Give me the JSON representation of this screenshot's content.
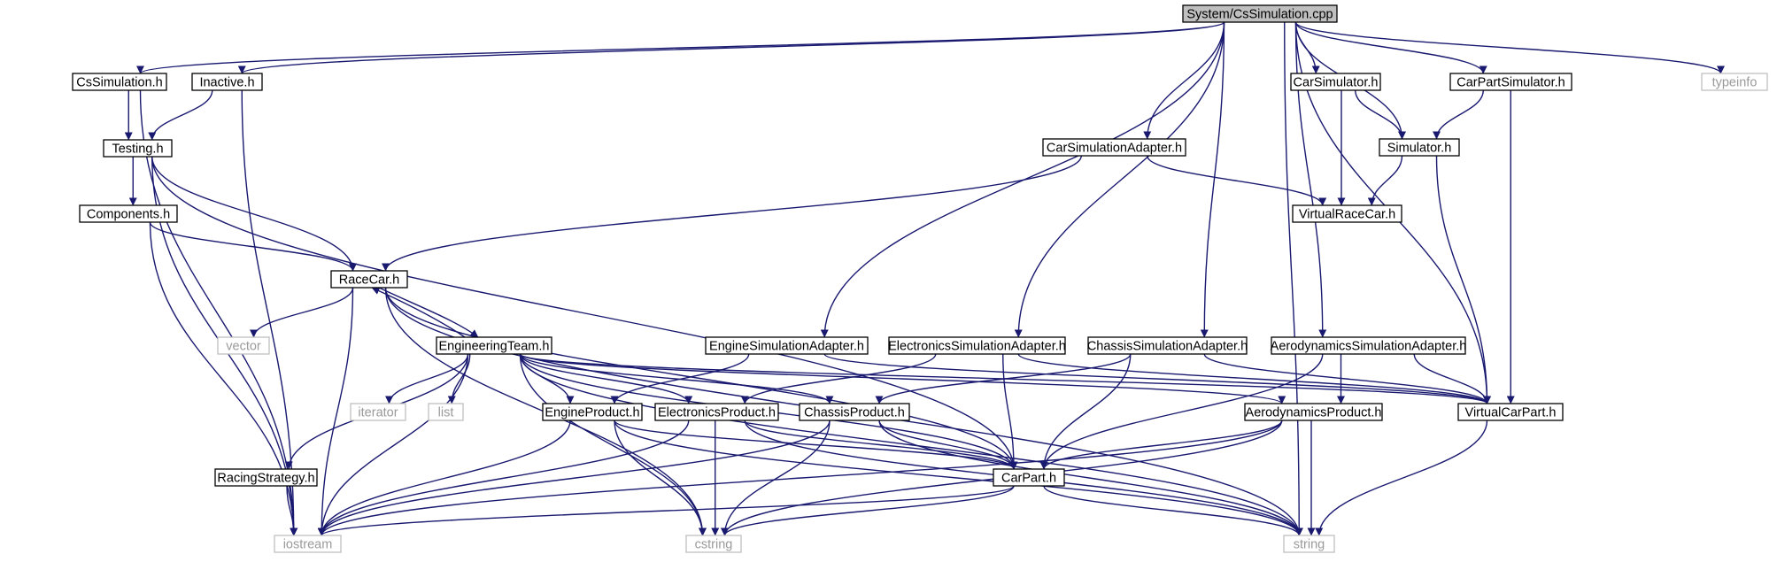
{
  "diagram": {
    "title": "",
    "colors": {
      "edge": "#191970",
      "node_border": "#000000",
      "node_fill": "#ffffff",
      "root_fill": "#bfbfbf",
      "system_border": "#bfbfbf",
      "system_text": "#9a9a9a"
    },
    "nodes": [
      {
        "id": "root",
        "label": "System/CsSimulation.cpp",
        "kind": "root"
      },
      {
        "id": "cssim",
        "label": "CsSimulation.h",
        "kind": "header"
      },
      {
        "id": "inactive",
        "label": "Inactive.h",
        "kind": "header"
      },
      {
        "id": "testing",
        "label": "Testing.h",
        "kind": "header"
      },
      {
        "id": "components",
        "label": "Components.h",
        "kind": "header"
      },
      {
        "id": "racecar",
        "label": "RaceCar.h",
        "kind": "header"
      },
      {
        "id": "engteam",
        "label": "EngineeringTeam.h",
        "kind": "header"
      },
      {
        "id": "racing",
        "label": "RacingStrategy.h",
        "kind": "header"
      },
      {
        "id": "carsimadapter",
        "label": "CarSimulationAdapter.h",
        "kind": "header"
      },
      {
        "id": "carsim",
        "label": "CarSimulator.h",
        "kind": "header"
      },
      {
        "id": "carpartsim",
        "label": "CarPartSimulator.h",
        "kind": "header"
      },
      {
        "id": "simulator",
        "label": "Simulator.h",
        "kind": "header"
      },
      {
        "id": "virtualracecar",
        "label": "VirtualRaceCar.h",
        "kind": "header"
      },
      {
        "id": "engineadapter",
        "label": "EngineSimulationAdapter.h",
        "kind": "header"
      },
      {
        "id": "elecadapter",
        "label": "ElectronicsSimulationAdapter.h",
        "kind": "header"
      },
      {
        "id": "chassisadapter",
        "label": "ChassisSimulationAdapter.h",
        "kind": "header"
      },
      {
        "id": "aeroadapter",
        "label": "AerodynamicsSimulationAdapter.h",
        "kind": "header"
      },
      {
        "id": "engineprod",
        "label": "EngineProduct.h",
        "kind": "header"
      },
      {
        "id": "elecprod",
        "label": "ElectronicsProduct.h",
        "kind": "header"
      },
      {
        "id": "chassisprod",
        "label": "ChassisProduct.h",
        "kind": "header"
      },
      {
        "id": "aeroprod",
        "label": "AerodynamicsProduct.h",
        "kind": "header"
      },
      {
        "id": "virtualcarpart",
        "label": "VirtualCarPart.h",
        "kind": "header"
      },
      {
        "id": "carpart",
        "label": "CarPart.h",
        "kind": "header"
      },
      {
        "id": "typeinfo",
        "label": "typeinfo",
        "kind": "system"
      },
      {
        "id": "vector",
        "label": "vector",
        "kind": "system"
      },
      {
        "id": "iterator",
        "label": "iterator",
        "kind": "system"
      },
      {
        "id": "list",
        "label": "list",
        "kind": "system"
      },
      {
        "id": "iostream",
        "label": "iostream",
        "kind": "system"
      },
      {
        "id": "cstring",
        "label": "cstring",
        "kind": "system"
      },
      {
        "id": "string",
        "label": "string",
        "kind": "system"
      }
    ],
    "edges": [
      {
        "from": "root",
        "to": "cssim"
      },
      {
        "from": "root",
        "to": "inactive"
      },
      {
        "from": "root",
        "to": "carsimadapter"
      },
      {
        "from": "root",
        "to": "carsim"
      },
      {
        "from": "root",
        "to": "carpartsim"
      },
      {
        "from": "root",
        "to": "simulator"
      },
      {
        "from": "root",
        "to": "typeinfo"
      },
      {
        "from": "root",
        "to": "engineadapter"
      },
      {
        "from": "root",
        "to": "elecadapter"
      },
      {
        "from": "root",
        "to": "chassisadapter"
      },
      {
        "from": "root",
        "to": "aeroadapter"
      },
      {
        "from": "root",
        "to": "virtualcarpart"
      },
      {
        "from": "root",
        "to": "string"
      },
      {
        "from": "cssim",
        "to": "testing"
      },
      {
        "from": "cssim",
        "to": "iostream"
      },
      {
        "from": "inactive",
        "to": "testing"
      },
      {
        "from": "inactive",
        "to": "iostream"
      },
      {
        "from": "testing",
        "to": "components"
      },
      {
        "from": "testing",
        "to": "racecar"
      },
      {
        "from": "testing",
        "to": "iostream"
      },
      {
        "from": "testing",
        "to": "carpart"
      },
      {
        "from": "components",
        "to": "racecar"
      },
      {
        "from": "components",
        "to": "iostream"
      },
      {
        "from": "carsimadapter",
        "to": "racecar"
      },
      {
        "from": "carsimadapter",
        "to": "virtualracecar"
      },
      {
        "from": "carsim",
        "to": "simulator"
      },
      {
        "from": "carsim",
        "to": "virtualracecar"
      },
      {
        "from": "carpartsim",
        "to": "simulator"
      },
      {
        "from": "carpartsim",
        "to": "virtualcarpart"
      },
      {
        "from": "simulator",
        "to": "virtualracecar"
      },
      {
        "from": "simulator",
        "to": "virtualcarpart"
      },
      {
        "from": "racecar",
        "to": "engteam"
      },
      {
        "from": "engteam",
        "to": "racecar"
      },
      {
        "from": "racecar",
        "to": "vector"
      },
      {
        "from": "racecar",
        "to": "iostream"
      },
      {
        "from": "racecar",
        "to": "cstring"
      },
      {
        "from": "racecar",
        "to": "carpart"
      },
      {
        "from": "racecar",
        "to": "string"
      },
      {
        "from": "engteam",
        "to": "racing"
      },
      {
        "from": "engteam",
        "to": "iterator"
      },
      {
        "from": "engteam",
        "to": "list"
      },
      {
        "from": "engteam",
        "to": "iostream"
      },
      {
        "from": "engteam",
        "to": "cstring"
      },
      {
        "from": "engteam",
        "to": "engineprod"
      },
      {
        "from": "engteam",
        "to": "elecprod"
      },
      {
        "from": "engteam",
        "to": "chassisprod"
      },
      {
        "from": "engteam",
        "to": "aeroprod"
      },
      {
        "from": "engteam",
        "to": "carpart"
      },
      {
        "from": "engteam",
        "to": "virtualcarpart"
      },
      {
        "from": "engteam",
        "to": "string"
      },
      {
        "from": "racing",
        "to": "iostream"
      },
      {
        "from": "engineadapter",
        "to": "engineprod"
      },
      {
        "from": "engineadapter",
        "to": "virtualcarpart"
      },
      {
        "from": "elecadapter",
        "to": "elecprod"
      },
      {
        "from": "elecadapter",
        "to": "carpart"
      },
      {
        "from": "elecadapter",
        "to": "virtualcarpart"
      },
      {
        "from": "chassisadapter",
        "to": "chassisprod"
      },
      {
        "from": "chassisadapter",
        "to": "carpart"
      },
      {
        "from": "chassisadapter",
        "to": "virtualcarpart"
      },
      {
        "from": "aeroadapter",
        "to": "aeroprod"
      },
      {
        "from": "aeroadapter",
        "to": "carpart"
      },
      {
        "from": "aeroadapter",
        "to": "virtualcarpart"
      },
      {
        "from": "engineprod",
        "to": "carpart"
      },
      {
        "from": "engineprod",
        "to": "iostream"
      },
      {
        "from": "engineprod",
        "to": "cstring"
      },
      {
        "from": "engineprod",
        "to": "string"
      },
      {
        "from": "elecprod",
        "to": "carpart"
      },
      {
        "from": "elecprod",
        "to": "iostream"
      },
      {
        "from": "elecprod",
        "to": "cstring"
      },
      {
        "from": "elecprod",
        "to": "string"
      },
      {
        "from": "chassisprod",
        "to": "carpart"
      },
      {
        "from": "chassisprod",
        "to": "iostream"
      },
      {
        "from": "chassisprod",
        "to": "cstring"
      },
      {
        "from": "chassisprod",
        "to": "string"
      },
      {
        "from": "aeroprod",
        "to": "carpart"
      },
      {
        "from": "aeroprod",
        "to": "iostream"
      },
      {
        "from": "aeroprod",
        "to": "cstring"
      },
      {
        "from": "aeroprod",
        "to": "string"
      },
      {
        "from": "carpart",
        "to": "iostream"
      },
      {
        "from": "carpart",
        "to": "cstring"
      },
      {
        "from": "carpart",
        "to": "string"
      },
      {
        "from": "virtualcarpart",
        "to": "string"
      }
    ]
  }
}
